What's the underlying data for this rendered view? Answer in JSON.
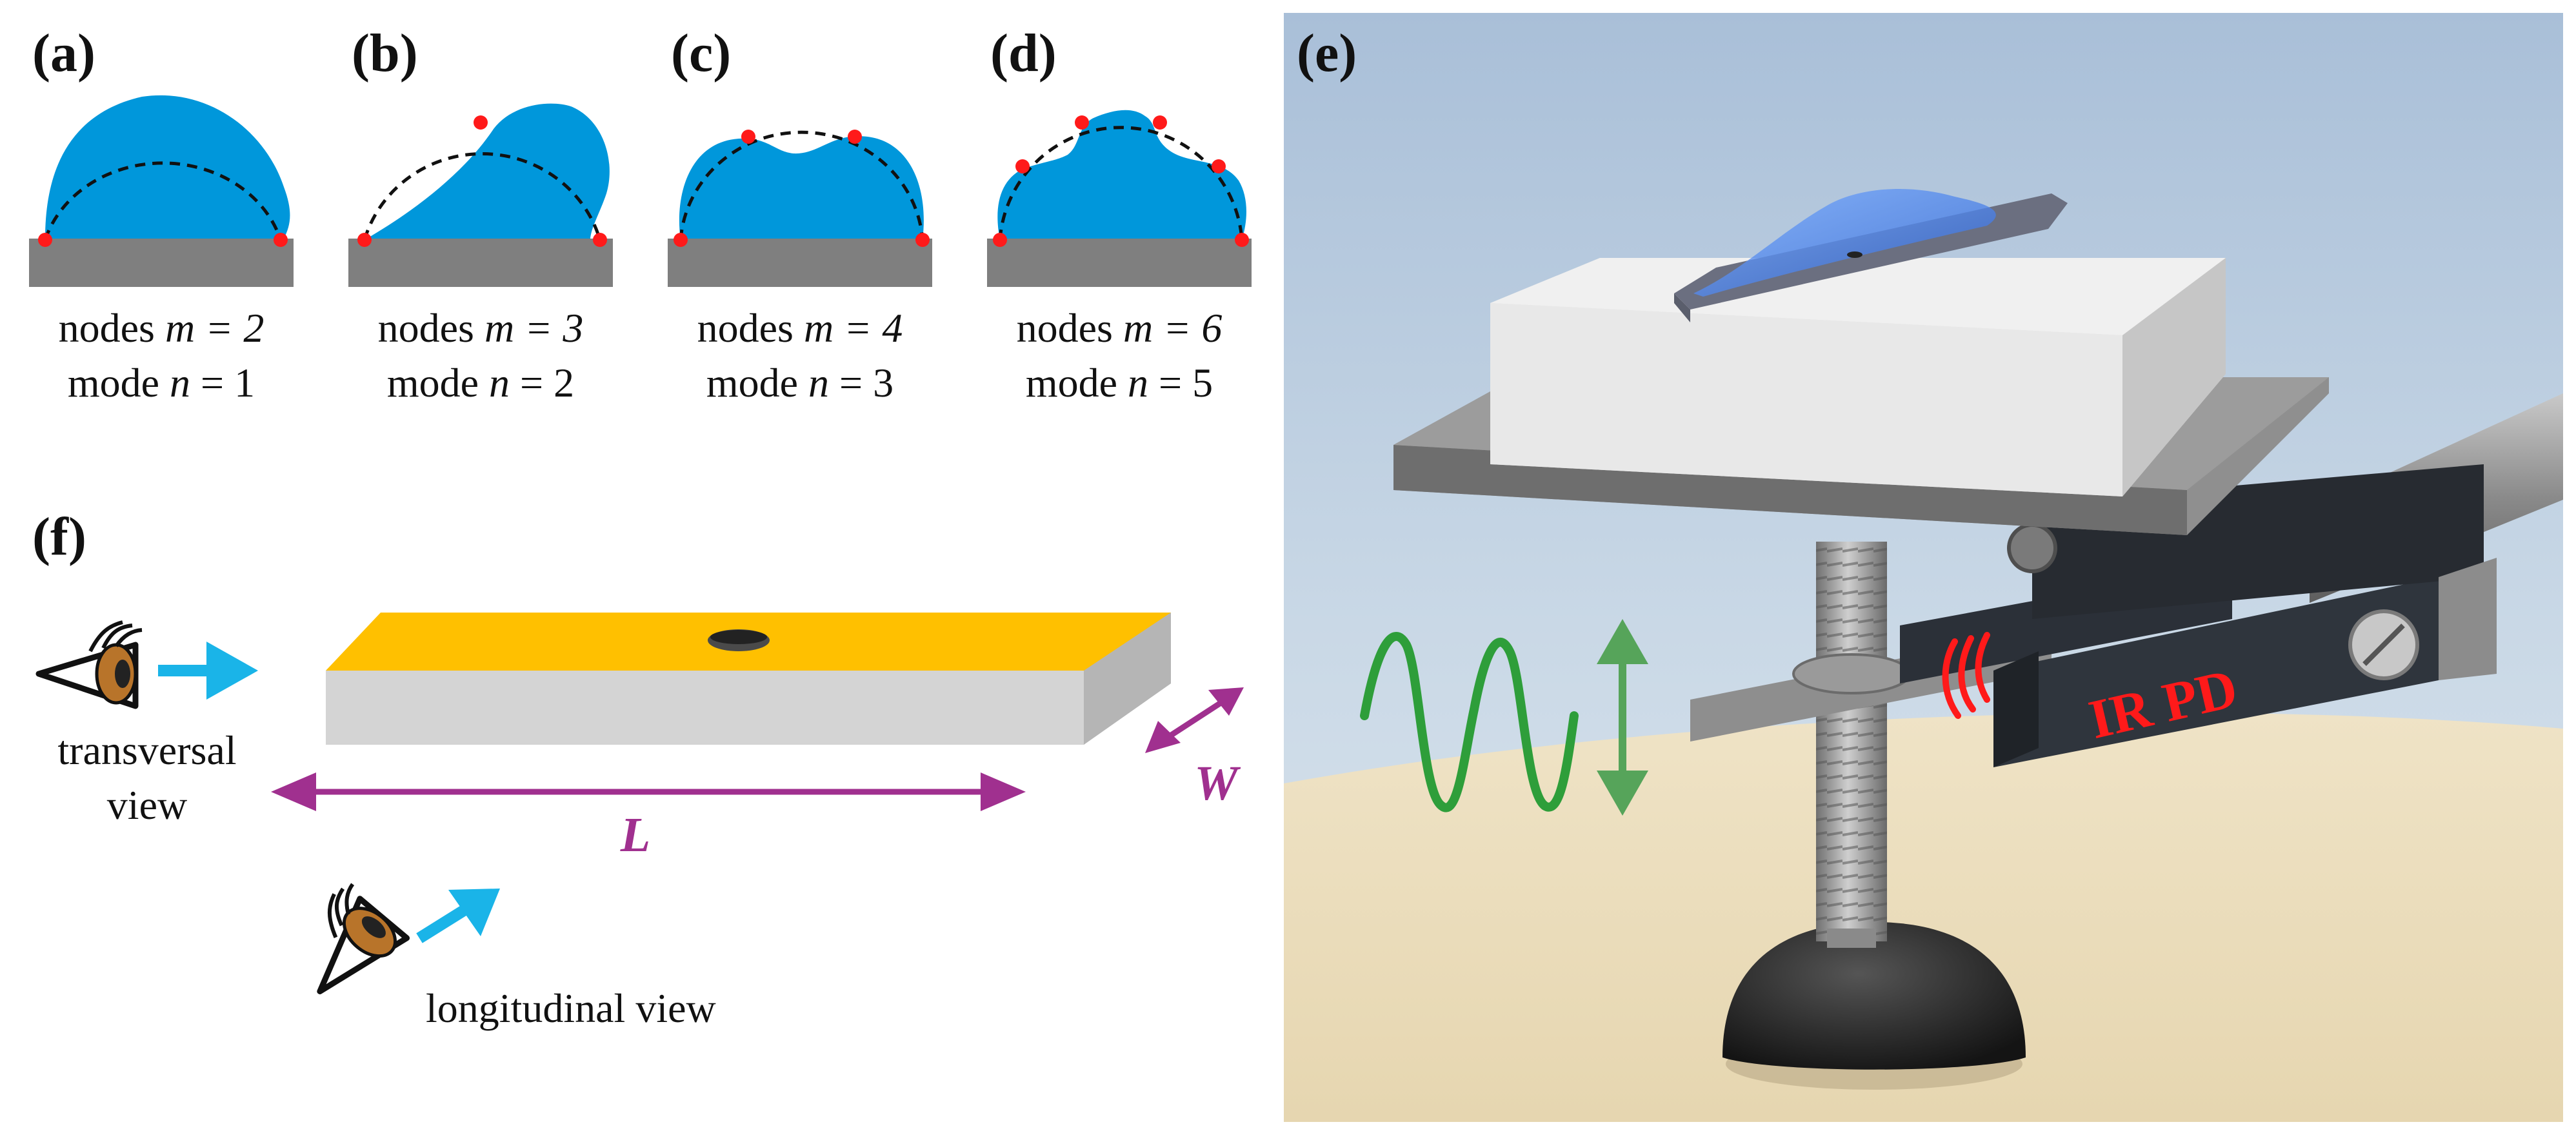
{
  "panels": {
    "a": {
      "label": "(a)",
      "nodes_prefix": "nodes ",
      "nodes_var": "m = 2",
      "mode_prefix": "mode ",
      "mode_var": "n",
      "mode_suffix": " = 1"
    },
    "b": {
      "label": "(b)",
      "nodes_prefix": "nodes ",
      "nodes_var": "m = 3",
      "mode_prefix": "mode ",
      "mode_var": "n",
      "mode_suffix": " = 2"
    },
    "c": {
      "label": "(c)",
      "nodes_prefix": "nodes ",
      "nodes_var": "m = 4",
      "mode_prefix": "mode ",
      "mode_var": "n",
      "mode_suffix": " = 3"
    },
    "d": {
      "label": "(d)",
      "nodes_prefix": "nodes ",
      "nodes_var": "m = 6",
      "mode_prefix": "mode ",
      "mode_var": "n",
      "mode_suffix": " = 5"
    },
    "e": {
      "label": "(e)",
      "ir_label": "IR PD"
    },
    "f": {
      "label": "(f)",
      "transversal_line1": "transversal",
      "transversal_line2": "view",
      "longitudinal": "longitudinal view",
      "length_symbol": "L",
      "width_symbol": "W"
    }
  },
  "colors": {
    "drop": "#0097db",
    "substrate": "#7f7f7f",
    "node": "#ff1a1a",
    "plate_top": "#ffc000",
    "plate_side": "#d4d4d4",
    "arrow_cyan": "#1ab4e8",
    "dimension_magenta": "#a0308f",
    "wave_green": "#2e9e3a",
    "ir_red": "#ff1a1a",
    "sky": "#b7cbe0",
    "floor": "#ecdfc0"
  },
  "icons": [
    "eye-icon",
    "arrow-icon",
    "double-arrow-icon",
    "wave-icon"
  ]
}
